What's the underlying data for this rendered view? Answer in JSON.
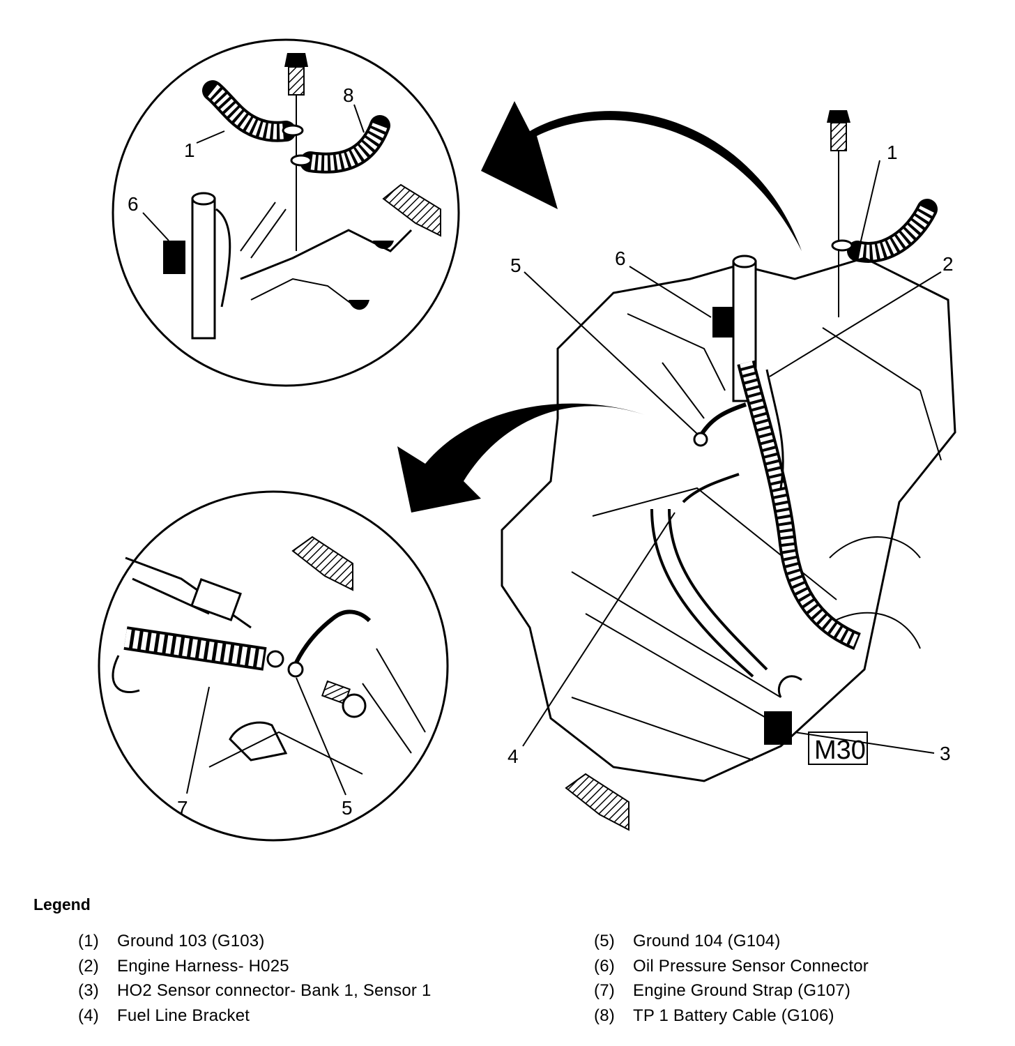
{
  "diagram": {
    "callouts": {
      "top_inset_1": "1",
      "top_inset_8": "8",
      "top_inset_6": "6",
      "main_1": "1",
      "main_2": "2",
      "main_3": "3",
      "main_4": "4",
      "main_5": "5",
      "main_6": "6",
      "bottom_inset_7": "7",
      "bottom_inset_5": "5"
    },
    "engine_mark": "M30"
  },
  "legend": {
    "title": "Legend",
    "items": [
      {
        "num": "(1)",
        "text": "Ground 103 (G103)"
      },
      {
        "num": "(2)",
        "text": "Engine Harness- H025"
      },
      {
        "num": "(3)",
        "text": "HO2 Sensor connector- Bank 1, Sensor 1"
      },
      {
        "num": "(4)",
        "text": "Fuel Line Bracket"
      },
      {
        "num": "(5)",
        "text": "Ground 104 (G104)"
      },
      {
        "num": "(6)",
        "text": "Oil Pressure Sensor Connector"
      },
      {
        "num": "(7)",
        "text": "Engine Ground Strap (G107)"
      },
      {
        "num": "(8)",
        "text": "TP 1 Battery Cable (G106)"
      }
    ]
  }
}
